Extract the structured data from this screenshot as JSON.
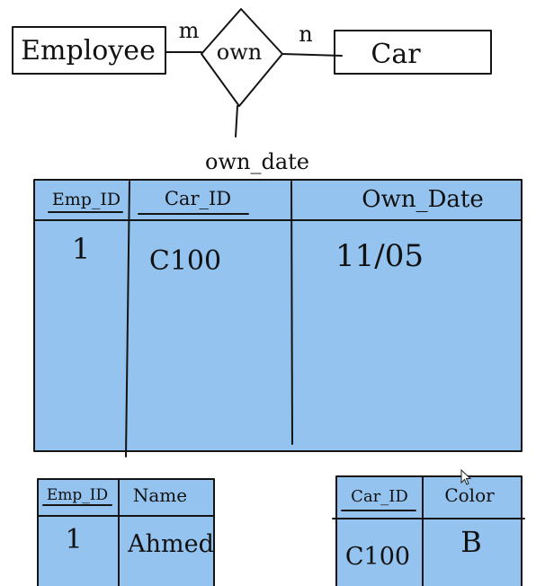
{
  "er": {
    "entity_left": "Employee",
    "relationship": "own",
    "entity_right": "Car",
    "card_left": "m",
    "card_right": "n",
    "attribute": "own_date"
  },
  "own_table": {
    "headers": [
      "Emp_ID",
      "Car_ID",
      "Own_Date"
    ],
    "rows": [
      [
        "1",
        "C100",
        "11/05"
      ]
    ]
  },
  "employee_table": {
    "headers": [
      "Emp_ID",
      "Name"
    ],
    "rows": [
      [
        "1",
        "Ahmed"
      ]
    ]
  },
  "car_table": {
    "headers": [
      "Car_ID",
      "Color"
    ],
    "rows": [
      [
        "C100",
        "B"
      ]
    ]
  }
}
